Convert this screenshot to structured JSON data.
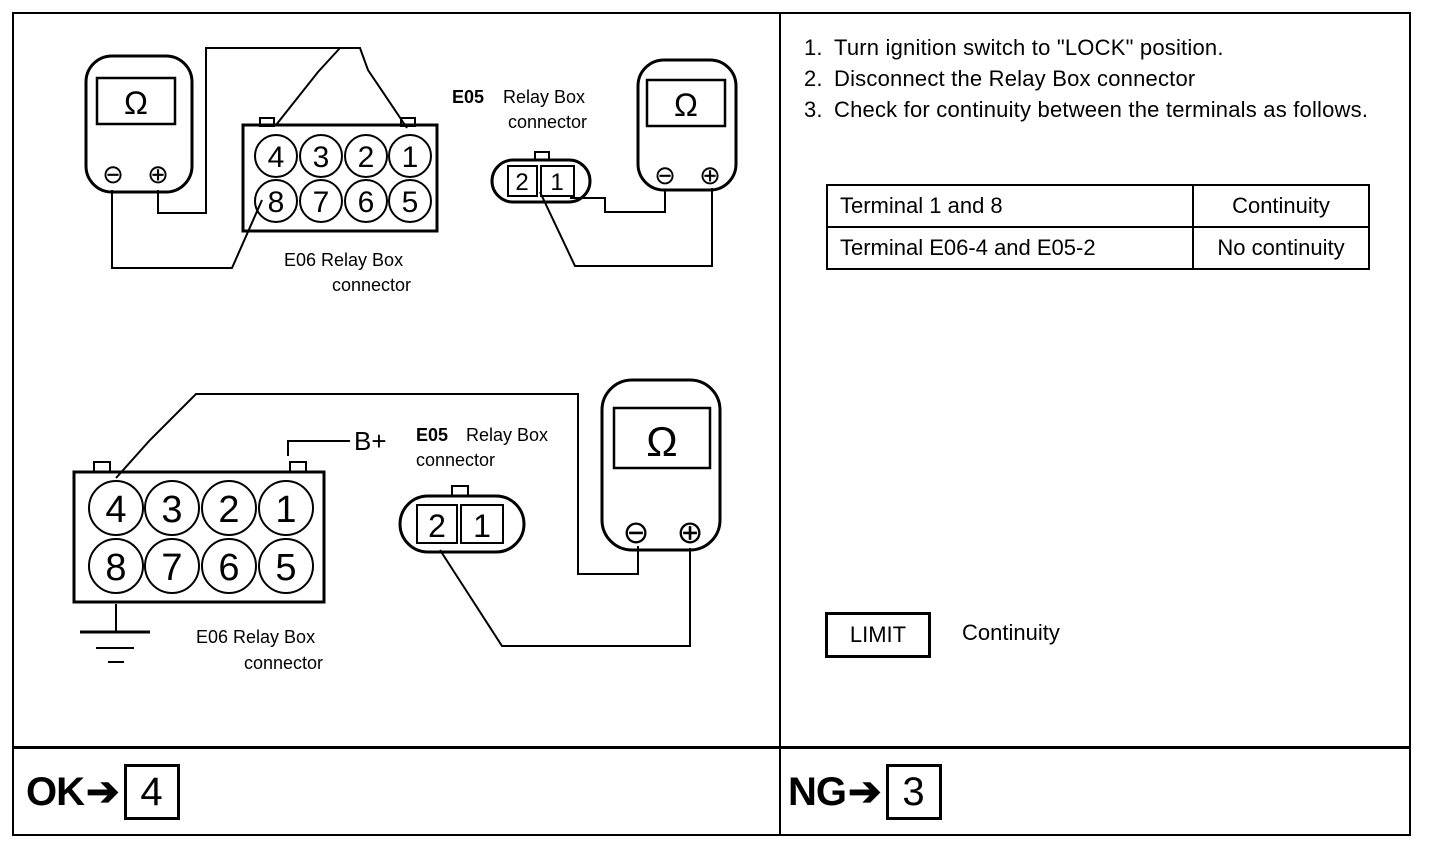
{
  "diagram_top": {
    "meter_symbol": "Ω",
    "minus_symbol": "⊖",
    "plus_symbol": "⊕",
    "relay_box_top_row": [
      "4",
      "3",
      "2",
      "1"
    ],
    "relay_box_bottom_row": [
      "8",
      "7",
      "6",
      "5"
    ],
    "e06_label_line1": "E06 Relay Box",
    "e06_label_line2": "connector",
    "e05_label_id": "E05",
    "e05_label_line1": "Relay Box",
    "e05_label_line2": "connector",
    "e05_pins": [
      "2",
      "1"
    ]
  },
  "diagram_bottom": {
    "meter_symbol": "Ω",
    "minus_symbol": "⊖",
    "plus_symbol": "⊕",
    "relay_box_top_row": [
      "4",
      "3",
      "2",
      "1"
    ],
    "relay_box_bottom_row": [
      "8",
      "7",
      "6",
      "5"
    ],
    "battery_label": "B+",
    "e06_label_line1": "E06 Relay Box",
    "e06_label_line2": "connector",
    "e05_label_id": "E05",
    "e05_label_line1": "Relay Box",
    "e05_label_line2": "connector",
    "e05_pins": [
      "2",
      "1"
    ]
  },
  "instructions": {
    "steps": [
      {
        "num": "1.",
        "text": "Turn ignition switch to \"LOCK\" position."
      },
      {
        "num": "2.",
        "text": "Disconnect the Relay Box connector"
      },
      {
        "num": "3.",
        "text": "Check for continuity between the terminals as follows."
      }
    ]
  },
  "continuity_table": {
    "rows": [
      {
        "terminals": "Terminal 1 and 8",
        "result": "Continuity"
      },
      {
        "terminals": "Terminal E06-4 and E05-2",
        "result": "No continuity"
      }
    ]
  },
  "limit": {
    "label": "LIMIT",
    "value": "Continuity"
  },
  "results": {
    "ok_label": "OK",
    "ok_step": "4",
    "ng_label": "NG",
    "ng_step": "3",
    "arrow_glyph": "➔"
  }
}
